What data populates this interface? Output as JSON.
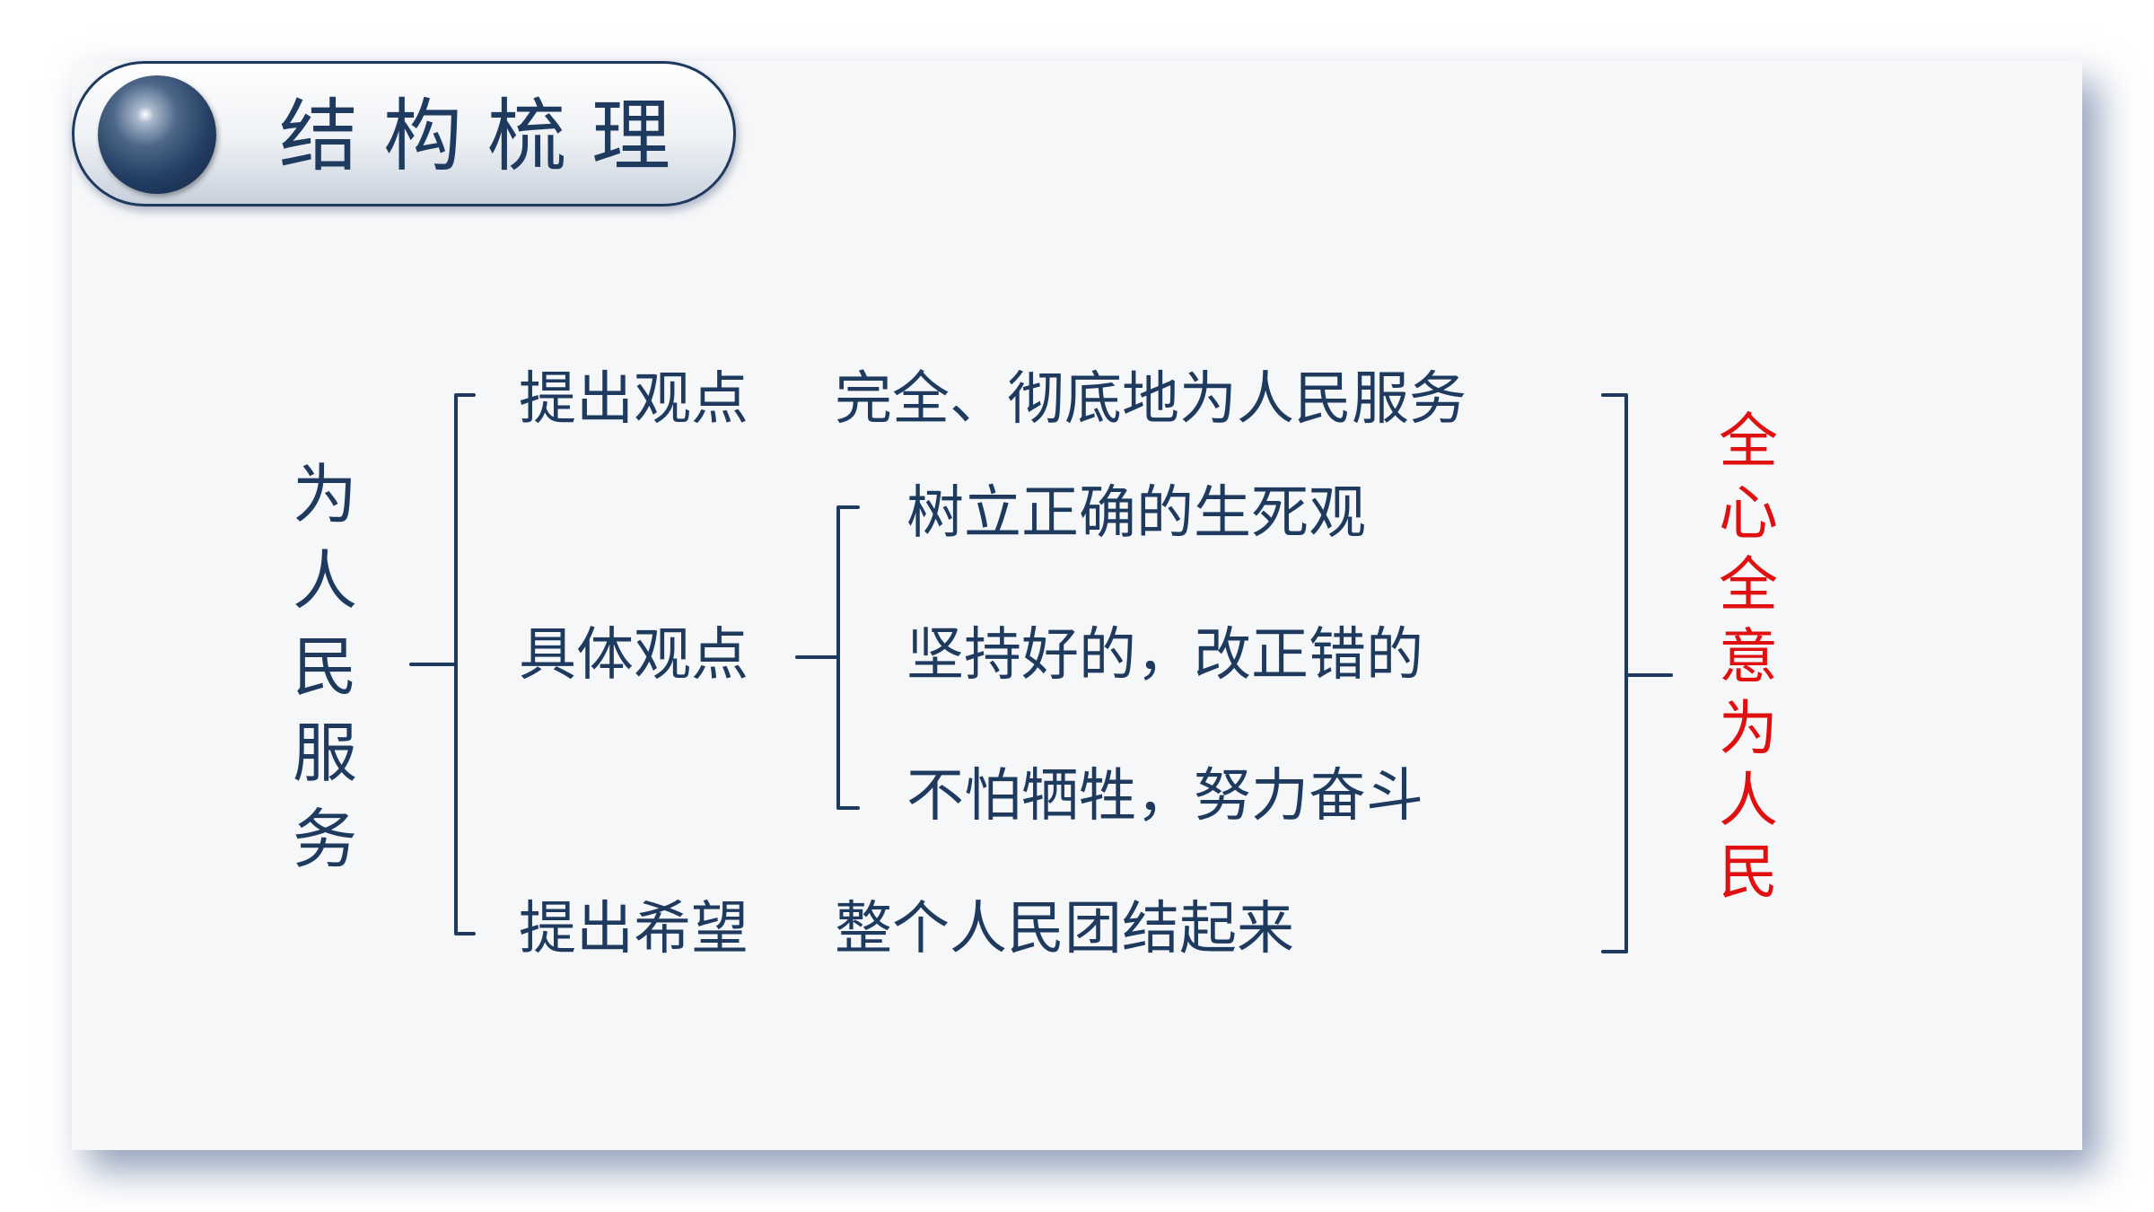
{
  "header": {
    "title": "结构梳理"
  },
  "diagram": {
    "root": "为人民服务",
    "branches": [
      {
        "label": "提出观点",
        "content": "完全、彻底地为人民服务"
      },
      {
        "label": "具体观点",
        "items": [
          "树立正确的生死观",
          "坚持好的，改正错的",
          "不怕牺牲，努力奋斗"
        ]
      },
      {
        "label": "提出希望",
        "content": "整个人民团结起来"
      }
    ],
    "conclusion": "全心全意为人民"
  },
  "colors": {
    "primary": "#1e3a5f",
    "accent": "#e01010",
    "background": "#f6f7f9"
  }
}
